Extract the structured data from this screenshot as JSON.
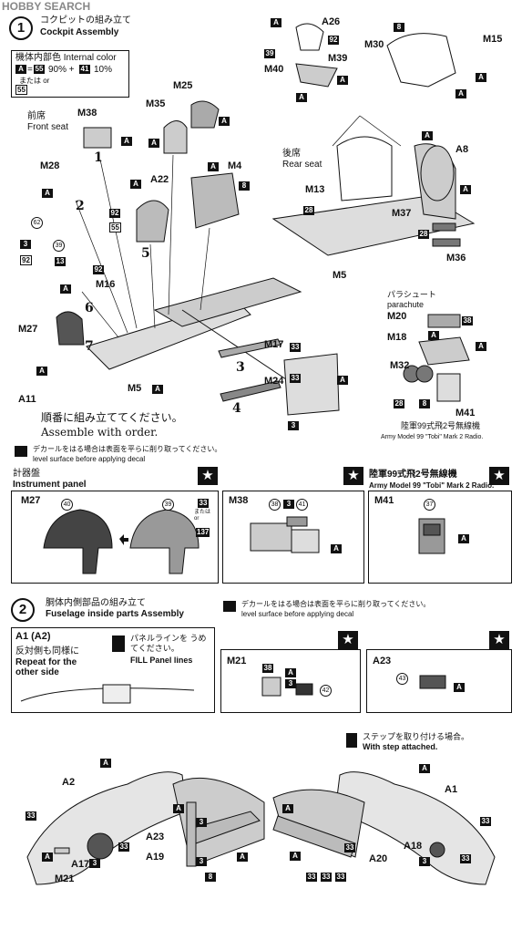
{
  "watermark": "HOBBY SEARCH",
  "step1": {
    "number": "1",
    "title_jp": "コクピットの組み立て",
    "title_en": "Cockpit Assembly",
    "color_box": {
      "title_jp": "機体内部色",
      "title_en": "Internal color",
      "p1": "A",
      "c1": "55",
      "pct1": "90% +",
      "c2": "41",
      "pct2": "10%",
      "or_jp": "または or",
      "alt": "55"
    },
    "front_seat_jp": "前席",
    "front_seat_en": "Front seat",
    "rear_seat_jp": "後席",
    "rear_seat_en": "Rear seat",
    "parachute_jp": "パラシュート",
    "parachute_en": "parachute",
    "radio_jp": "陸軍99式飛2号無線機",
    "radio_en": "Army Model 99 \"Tobi\" Mark 2 Radio.",
    "order_jp": "順番に組み立ててください。",
    "order_en": "Assemble with order.",
    "decal_jp": "デカールをはる場合は表面を平らに削り取ってください。",
    "decal_en": "level surface before applying decal",
    "parts": {
      "M38": "M38",
      "M35": "M35",
      "M25": "M25",
      "M28": "M28",
      "A22": "A22",
      "M4": "M4",
      "M16": "M16",
      "M27": "M27",
      "M5": "M5",
      "A11": "A11",
      "M17": "M17",
      "M24": "M24",
      "A26": "A26",
      "M40": "M40",
      "M39": "M39",
      "M30": "M30",
      "M15": "M15",
      "A8": "A8",
      "M13": "M13",
      "M37": "M37",
      "M36": "M36",
      "M20": "M20",
      "M18": "M18",
      "M32": "M32",
      "M41": "M41"
    },
    "colors": {
      "A": "A",
      "c3": "3",
      "c8": "8",
      "c13": "13",
      "c28": "28",
      "c33": "33",
      "c38": "38",
      "c39": "39",
      "c40": "40",
      "c55": "55",
      "c62": "62",
      "c92": "92",
      "c37": "37",
      "c41": "41",
      "c137": "137",
      "c42": "42",
      "c43": "43"
    },
    "seq": [
      "1",
      "2",
      "3",
      "4",
      "5",
      "6",
      "7"
    ]
  },
  "details": {
    "instrument_jp": "計器盤",
    "instrument_en": "Instrument panel",
    "m27": "M27",
    "m38": "M38",
    "m41": "M41",
    "or_text": "または or",
    "radio_jp": "陸軍99式飛2号無線機",
    "radio_en": "Army Model 99 \"Tobi\" Mark 2 Radio."
  },
  "step2": {
    "number": "2",
    "title_jp": "胴体内側部品の組み立て",
    "title_en": "Fuselage inside parts Assembly",
    "decal_jp": "デカールをはる場合は表面を平らに削り取ってください。",
    "decal_en": "level surface before applying decal",
    "a1a2": "A1 (A2)",
    "repeat_jp": "反対側も同様に",
    "repeat_en": "Repeat for the other side",
    "fill_jp": "パネルラインを うめてください。",
    "fill_en": "FILL Panel lines",
    "m21": "M21",
    "a23": "A23",
    "step_jp": "ステップを取り付ける場合。",
    "step_en": "With step attached.",
    "parts": {
      "A2": "A2",
      "A23": "A23",
      "A17": "A17",
      "M21": "M21",
      "A19": "A19",
      "A1": "A1",
      "A18": "A18",
      "A20": "A20"
    }
  }
}
